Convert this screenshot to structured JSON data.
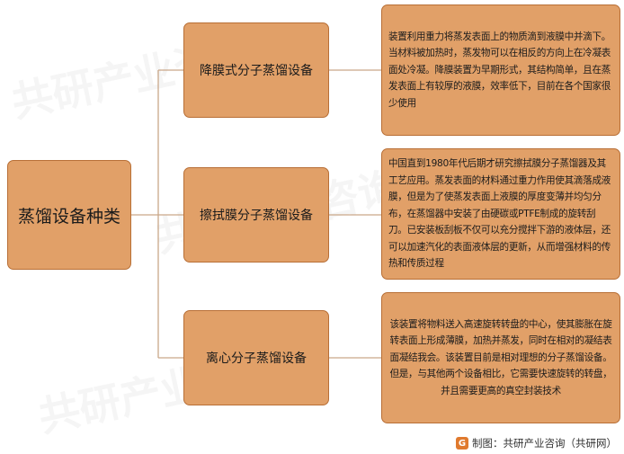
{
  "root": {
    "label": "蒸馏设备种类"
  },
  "types": [
    {
      "name": "降膜式分子蒸馏设备",
      "description": "装置利用重力将蒸发表面上的物质滴到液膜中并滴下。当材料被加热时，蒸发物可以在相反的方向上在冷凝表面处冷凝。降膜装置为早期形式，其结构简单，且在蒸发表面上有较厚的液膜，效率低下，目前在各个国家很少使用"
    },
    {
      "name": "擦拭膜分子蒸馏设备",
      "description": "中国直到1980年代后期才研究擦拭膜分子蒸馏器及其工艺应用。蒸发表面的材料通过重力作用使其滴落成液膜，但是为了使蒸发表面上液膜的厚度变薄并均匀分布，在蒸馏器中安装了由硬碳或PTFE制成的旋转刮刀。已安装板刮板不仅可以充分搅拌下游的液体层，还可以加速汽化的表面液体层的更新，从而增强材料的传热和传质过程"
    },
    {
      "name": "离心分子蒸馏设备",
      "description": "该装置将物料送入高速旋转转盘的中心，使其膨胀在旋转表面上形成薄膜，加热并蒸发，同时在相对的凝结表面凝结我会。该装置目前是相对理想的分子蒸馏设备。但是，与其他两个设备相比，它需要快速旋转的转盘，并且需要更高的真空封装技术"
    }
  ],
  "watermark": "共研产业咨询",
  "source": {
    "logo": "G",
    "text": "制图：共研产业咨询（共研网）"
  }
}
